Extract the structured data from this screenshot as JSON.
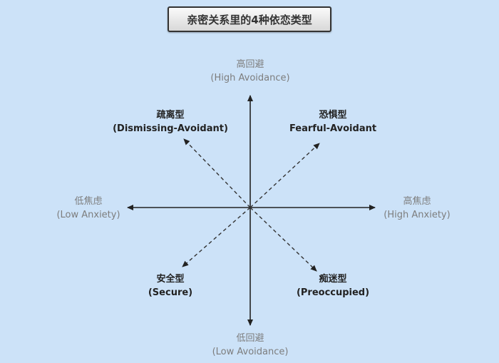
{
  "title": "亲密关系里的4种依恋类型",
  "axes": {
    "top": {
      "zh": "高回避",
      "en": "(High Avoidance)"
    },
    "bottom": {
      "zh": "低回避",
      "en": "(Low Avoidance)"
    },
    "left": {
      "zh": "低焦虑",
      "en": "(Low Anxiety)"
    },
    "right": {
      "zh": "高焦虑",
      "en": "(High Anxiety)"
    }
  },
  "types": {
    "top_left": {
      "zh": "疏离型",
      "en": "(Dismissing-Avoidant)"
    },
    "top_right": {
      "zh": "恐惧型",
      "en": "Fearful-Avoidant"
    },
    "bottom_left": {
      "zh": "安全型",
      "en": "(Secure)"
    },
    "bottom_right": {
      "zh": "痴迷型",
      "en": "(Preoccupied)"
    }
  }
}
